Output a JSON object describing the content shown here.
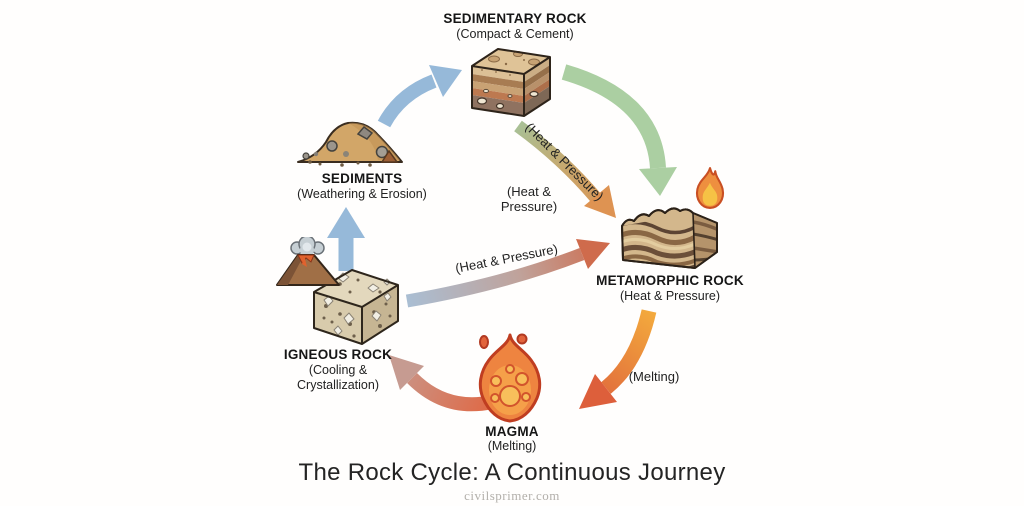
{
  "title": "The Rock Cycle: A Continuous Journey",
  "watermark": "civilsprimer.com",
  "nodes": {
    "sedimentary": {
      "name": "SEDIMENTARY ROCK",
      "process": "(Compact & Cement)",
      "icon": "sedimentary-rock-cube-icon"
    },
    "sediments": {
      "name": "SEDIMENTS",
      "process": "(Weathering & Erosion)",
      "icon": "sediment-pile-icon"
    },
    "metamorphic": {
      "name": "METAMORPHIC ROCK",
      "process": "(Heat & Pressure)",
      "icon": "metamorphic-rock-icon",
      "badge_icon": "flame-icon"
    },
    "igneous": {
      "name": "IGNEOUS ROCK",
      "process": "(Cooling & Crystallization)",
      "icon": "igneous-rock-cube-icon",
      "badge_icon": "volcano-icon"
    },
    "magma": {
      "name": "MAGMA",
      "process": "(Melting)",
      "icon": "magma-flame-icon"
    }
  },
  "transitions": {
    "igneous_to_sediments": {
      "from": "igneous",
      "to": "sediments",
      "color": "#96b9d9"
    },
    "sediments_to_sedimentary": {
      "from": "sediments",
      "to": "sedimentary",
      "color": "#96b9d9"
    },
    "sedimentary_to_metamorphic_outer": {
      "from": "sedimentary",
      "to": "metamorphic",
      "color": "#abcfa2"
    },
    "sedimentary_to_metamorphic_inner": {
      "from": "sedimentary",
      "to": "metamorphic",
      "label": "(Heat & Pressure)",
      "color_start": "#a9c095",
      "color_mid": "#c9a66b",
      "color_end": "#de9352"
    },
    "igneous_to_metamorphic": {
      "from": "igneous",
      "to": "metamorphic",
      "label": "(Heat & Pressure)",
      "color_start": "#aabed3",
      "color_mid": "#c0a29a",
      "color_end": "#cf6b4c"
    },
    "metamorphic_to_magma": {
      "from": "metamorphic",
      "to": "magma",
      "label": "(Melting)",
      "color_start": "#f3a93d",
      "color_end": "#dd5f3b"
    },
    "magma_to_igneous": {
      "from": "magma",
      "to": "igneous",
      "color_start": "#df6a47",
      "color_end": "#c69b91"
    }
  },
  "extra_labels": {
    "heat_pressure_static": "(Heat & Pressure)"
  }
}
